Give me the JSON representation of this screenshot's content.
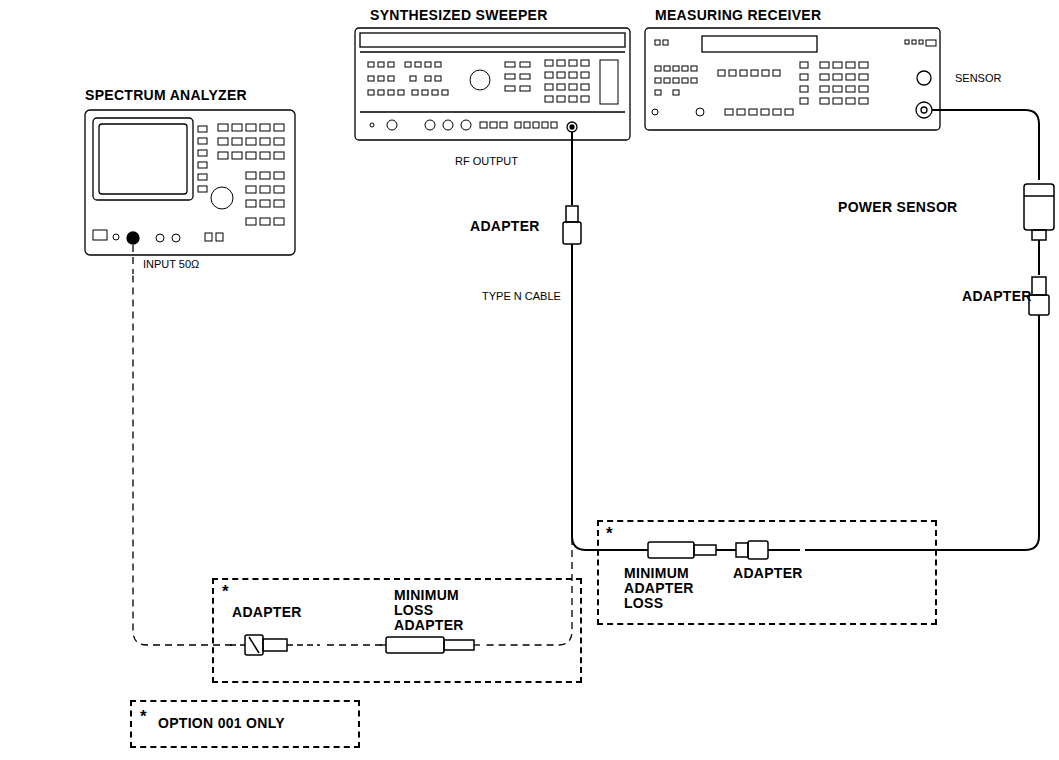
{
  "diagram": {
    "nodes": [
      {
        "text": [
          "SYNTHESIZED SWEEPER",
          "RF OUTPUT"
        ]
      },
      {
        "text": [
          "MEASURING RECEIVER",
          "SENSOR"
        ]
      },
      {
        "text": [
          "SPECTRUM ANALYZER",
          "INPUT 50Ω"
        ]
      },
      {
        "text": [
          "POWER SENSOR"
        ]
      },
      {
        "text": [
          "ADAPTER"
        ]
      },
      {
        "text": [
          "ADAPTER"
        ]
      },
      {
        "text": [
          "*"
        ]
      },
      {
        "text": [
          "MINIMUM ADAPTER LOSS"
        ],
        "in": 6
      },
      {
        "text": [
          "ADAPTER"
        ],
        "in": 6
      },
      {
        "text": [
          "*"
        ]
      },
      {
        "text": [
          "ADAPTER"
        ],
        "in": 9
      },
      {
        "text": [
          "MINIMUM LOSS ADAPTER"
        ],
        "in": 9
      },
      {
        "text": [
          "*",
          "OPTION 001 ONLY"
        ]
      }
    ],
    "edges": [
      {
        "from": 0,
        "to": 4,
        "arrow": "none"
      },
      {
        "from": 4,
        "to": 7,
        "arrow": "none"
      },
      {
        "from": 7,
        "to": 8,
        "arrow": "none"
      },
      {
        "from": 8,
        "to": 5,
        "arrow": "none"
      },
      {
        "from": 5,
        "to": 3,
        "arrow": "none"
      },
      {
        "from": 3,
        "to": 1,
        "arrow": "none"
      },
      {
        "from": 4,
        "to": 11,
        "arrow": "none"
      },
      {
        "from": 11,
        "to": 10,
        "arrow": "none"
      },
      {
        "from": 10,
        "to": 2,
        "arrow": "none"
      }
    ],
    "labels": [
      "TYPE N CABLE"
    ]
  }
}
